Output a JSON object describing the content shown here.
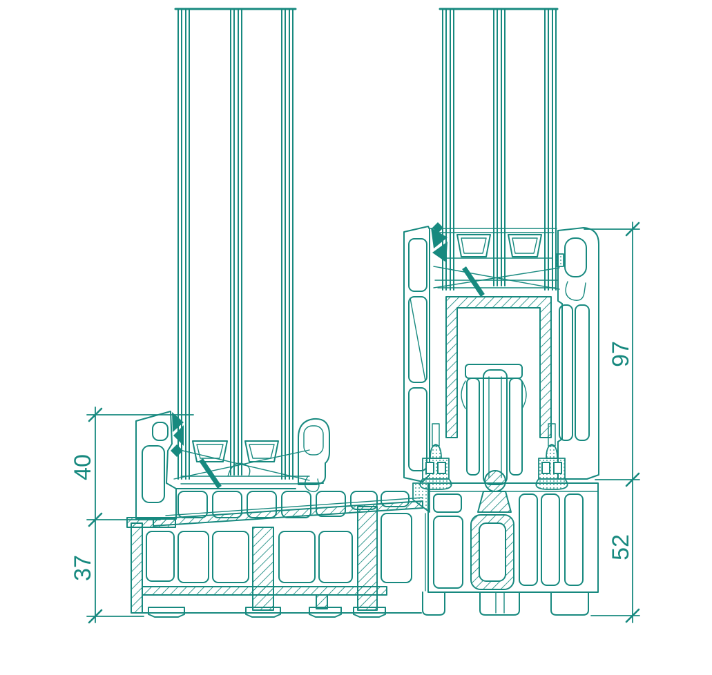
{
  "drawing": {
    "description": "profile-cross-section",
    "accent_color": "#17897f",
    "background_color": "#ffffff",
    "dimensions": {
      "left_upper": {
        "label": "40"
      },
      "left_lower": {
        "label": "37"
      },
      "right_upper": {
        "label": "97"
      },
      "right_lower": {
        "label": "52"
      }
    }
  }
}
